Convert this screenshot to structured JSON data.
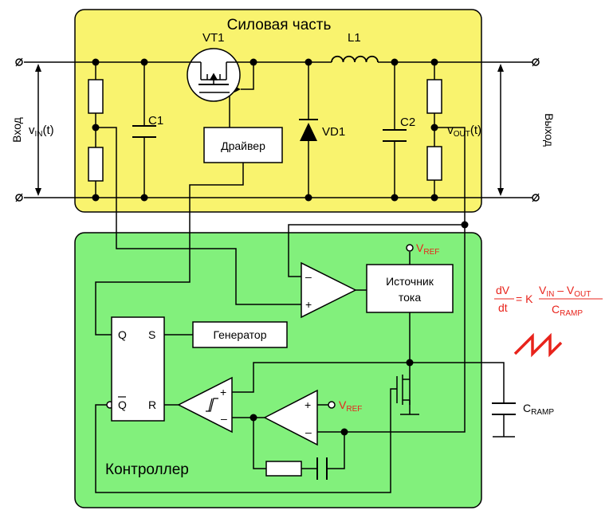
{
  "blocks": {
    "power_title": "Силовая часть",
    "controller_title": "Контроллер"
  },
  "components": {
    "vt1": "VT1",
    "l1": "L1",
    "c1": "C1",
    "c2": "C2",
    "vd1": "VD1",
    "driver": "Драйвер",
    "current_source_line1": "Источник",
    "current_source_line2": "тока",
    "generator": "Генератор",
    "ff_q": "Q",
    "ff_s": "S",
    "ff_qbar": "Q",
    "ff_r": "R",
    "plus": "+",
    "minus": "–"
  },
  "io": {
    "input_label": "Вход",
    "output_label": "Выход",
    "vin_main": "v",
    "vin_sub": "IN",
    "vin_tail": "(t)",
    "vout_main": "v",
    "vout_sub": "OUT",
    "vout_tail": "(t)"
  },
  "vref": {
    "main": "V",
    "sub": "REF"
  },
  "cramp": {
    "main": "C",
    "sub": "RAMP"
  },
  "formula": {
    "num_left": "dV",
    "den_left": "dt",
    "eq": "= K",
    "num_v1": "V",
    "num_v1_sub": "IN",
    "num_minus": " – V",
    "num_v2_sub": "OUT",
    "den_c": "C",
    "den_c_sub": "RAMP"
  },
  "colors": {
    "power_bg": "#f9f36e",
    "controller_bg": "#82f07c",
    "accent_red": "#e8231b",
    "wire": "#000000"
  }
}
